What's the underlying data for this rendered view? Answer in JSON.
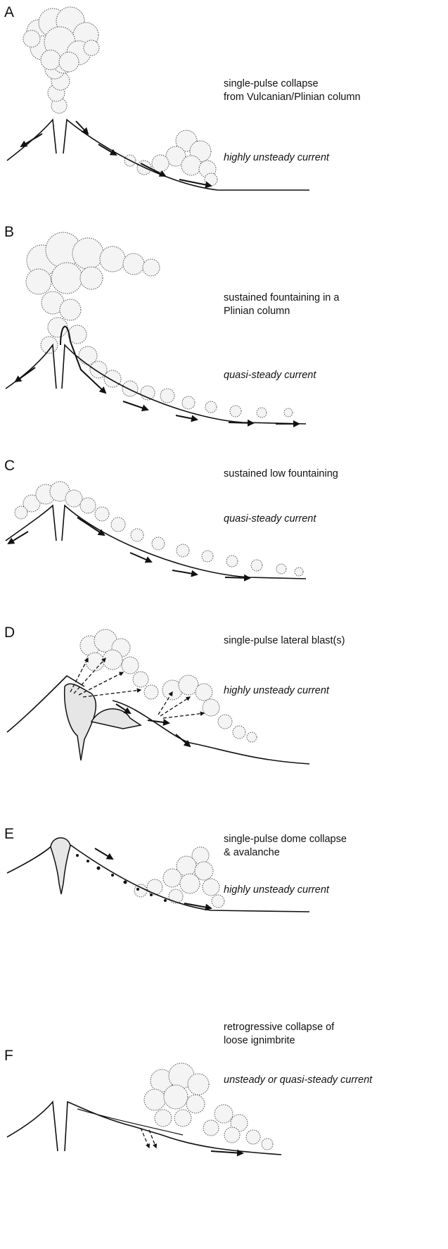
{
  "colors": {
    "ink": "#111111",
    "cloud_fill": "#f4f4f4",
    "cloud_shade": "#555555"
  },
  "panels": [
    {
      "label": "A",
      "description": "single-pulse collapse\nfrom Vulcanian/Plinian column",
      "current": "highly unsteady current"
    },
    {
      "label": "B",
      "description": "sustained fountaining in a\nPlinian column",
      "current": "quasi-steady current"
    },
    {
      "label": "C",
      "description": "sustained low fountaining",
      "current": "quasi-steady current"
    },
    {
      "label": "D",
      "description": "single-pulse lateral blast(s)",
      "current": "highly unsteady current"
    },
    {
      "label": "E",
      "description": "single-pulse dome collapse\n& avalanche",
      "current": "highly unsteady current"
    },
    {
      "label": "F",
      "description": "retrogressive collapse of\nloose ignimbrite",
      "current": "unsteady or quasi-steady current"
    }
  ]
}
